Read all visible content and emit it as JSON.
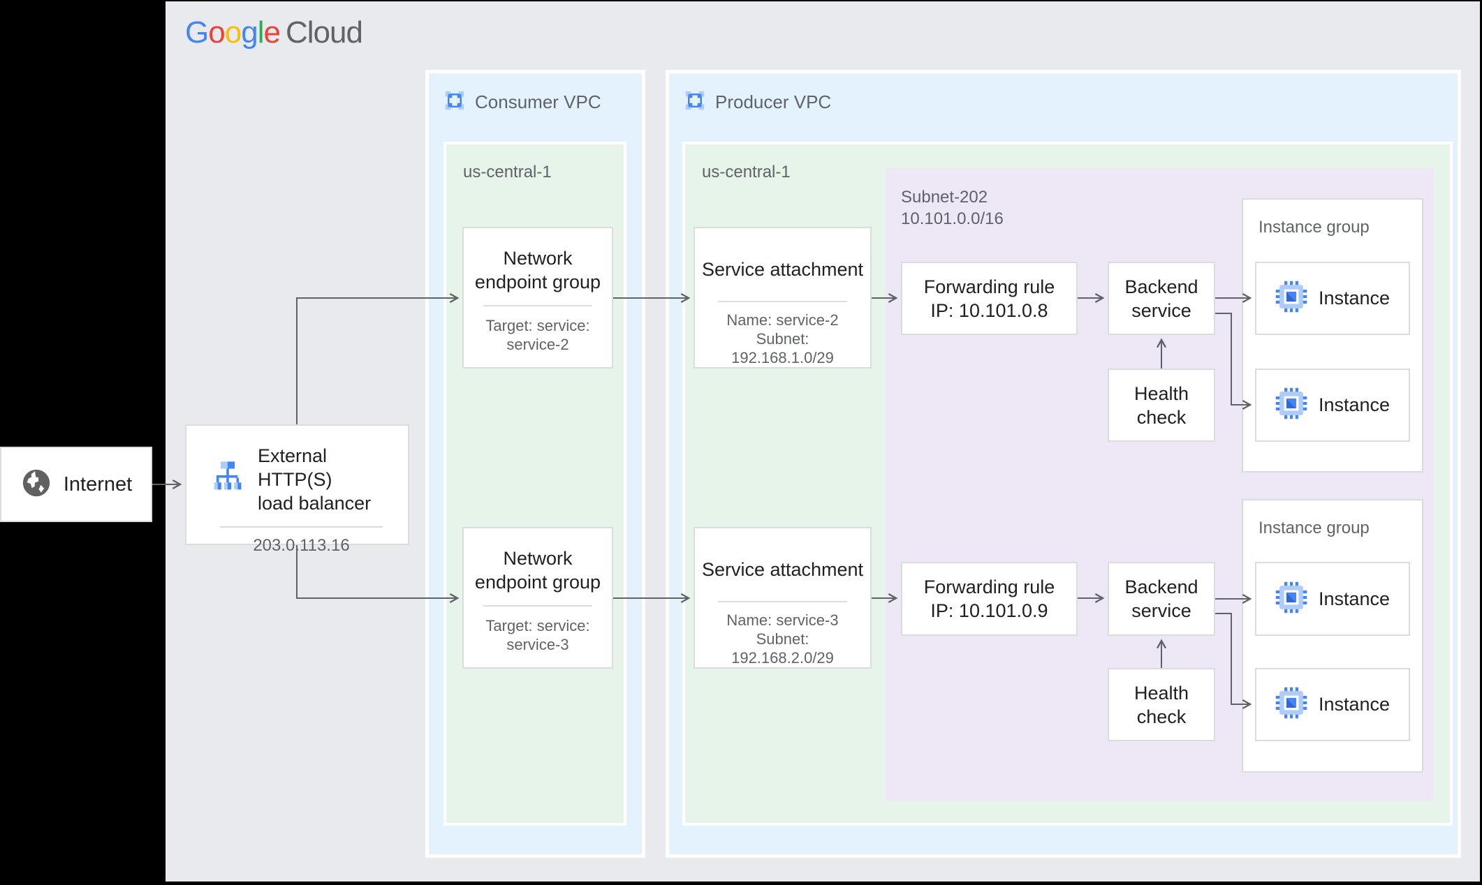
{
  "logo": {
    "l1": "G",
    "l2": "o",
    "l3": "o",
    "l4": "g",
    "l5": "l",
    "l6": "e",
    "cloud": "Cloud"
  },
  "internet": {
    "label": "Internet"
  },
  "load_balancer": {
    "line1": "External HTTP(S)",
    "line2": "load balancer",
    "ip": "203.0.113.16"
  },
  "consumer_vpc": {
    "label": "Consumer VPC",
    "region_label": "us-central-1",
    "negs": [
      {
        "title1": "Network",
        "title2": "endpoint group",
        "detail1": "Target: service:",
        "detail2": "service-2"
      },
      {
        "title1": "Network",
        "title2": "endpoint group",
        "detail1": "Target: service:",
        "detail2": "service-3"
      }
    ]
  },
  "producer_vpc": {
    "label": "Producer VPC",
    "region_label": "us-central-1",
    "service_attachments": [
      {
        "title": "Service attachment",
        "detail1": "Name: service-2",
        "detail2": "Subnet:",
        "detail3": "192.168.1.0/29"
      },
      {
        "title": "Service attachment",
        "detail1": "Name: service-3",
        "detail2": "Subnet:",
        "detail3": "192.168.2.0/29"
      }
    ],
    "subnet": {
      "name": "Subnet-202",
      "cidr": "10.101.0.0/16",
      "rows": [
        {
          "fr1": "Forwarding rule",
          "fr2": "IP: 10.101.0.8",
          "bs1": "Backend",
          "bs2": "service",
          "hc1": "Health",
          "hc2": "check",
          "group_label": "Instance group",
          "instance_a": "Instance",
          "instance_b": "Instance"
        },
        {
          "fr1": "Forwarding rule",
          "fr2": "IP: 10.101.0.9",
          "bs1": "Backend",
          "bs2": "service",
          "hc1": "Health",
          "hc2": "check",
          "group_label": "Instance group",
          "instance_a": "Instance",
          "instance_b": "Instance"
        }
      ]
    }
  },
  "colors": {
    "page_bg": "#E8EAED",
    "vpc_bg": "#E3F2FD",
    "region_bg": "#E6F4EA",
    "subnet_bg": "#EDE7F6",
    "card_border": "#DADCE0",
    "arrow": "#5F6368",
    "accent_blue": "#4285F4",
    "accent_blue_light": "#AECBFA",
    "text_primary": "#202124",
    "text_secondary": "#5F6368"
  }
}
